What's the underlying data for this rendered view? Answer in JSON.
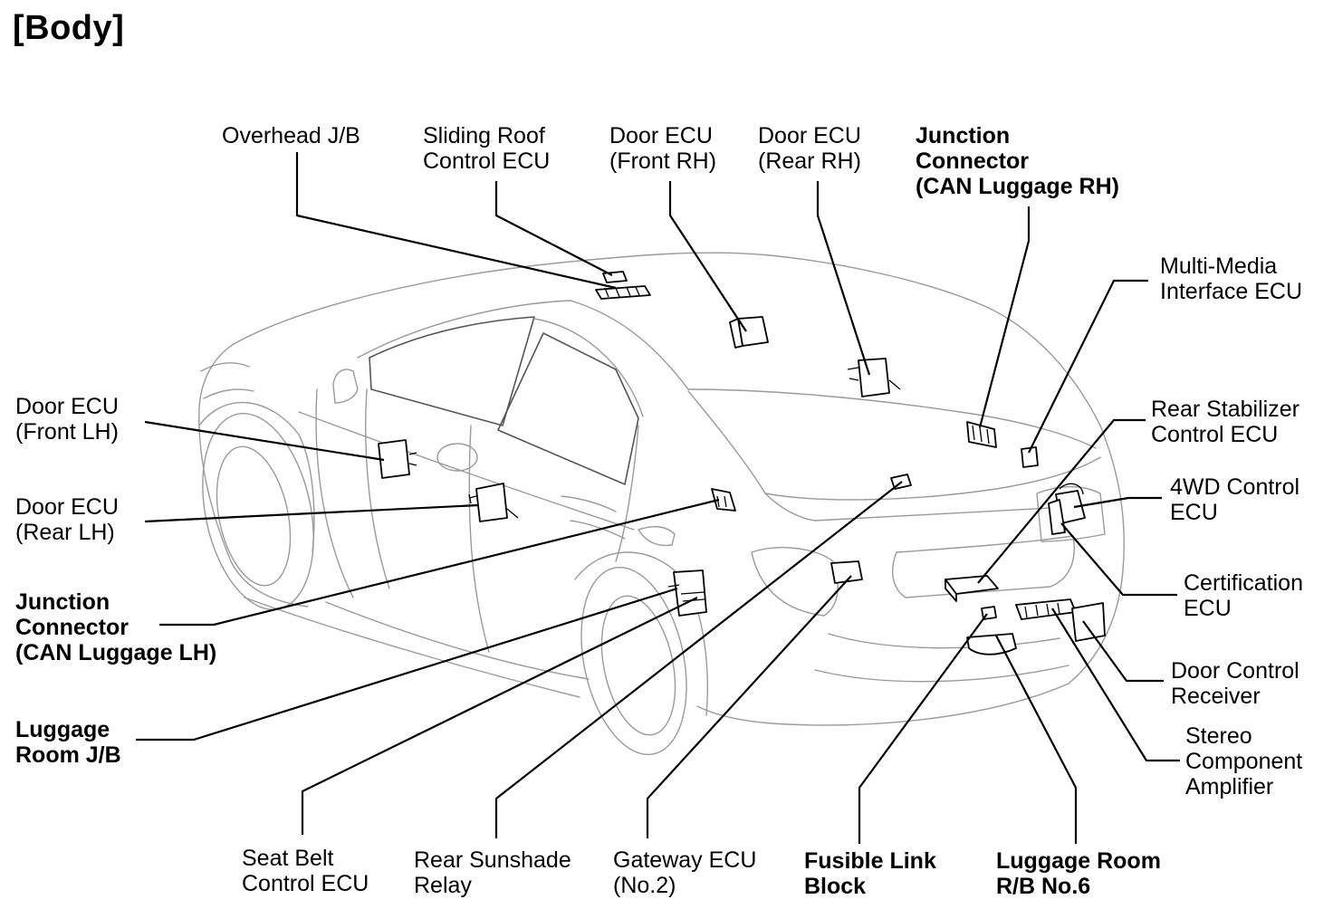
{
  "title": "[Body]",
  "labels": {
    "overhead_jb": "Overhead J/B",
    "sliding_roof_ecu": "Sliding Roof\nControl ECU",
    "door_ecu_front_rh": "Door ECU\n(Front RH)",
    "door_ecu_rear_rh": "Door ECU\n(Rear RH)",
    "junction_connector_rh": "Junction\nConnector\n(CAN Luggage RH)",
    "multimedia_ecu": "Multi-Media\nInterface ECU",
    "rear_stabilizer_ecu": "Rear Stabilizer\nControl ECU",
    "fourwd_ecu": "4WD Control\nECU",
    "certification_ecu": "Certification\nECU",
    "door_control_receiver": "Door Control\nReceiver",
    "stereo_amplifier": "Stereo\nComponent\nAmplifier",
    "luggage_room_rb": "Luggage Room\nR/B No.6",
    "fusible_link_block": "Fusible Link\nBlock",
    "gateway_ecu": "Gateway ECU\n(No.2)",
    "rear_sunshade_relay": "Rear Sunshade\nRelay",
    "seat_belt_ecu": "Seat Belt\nControl ECU",
    "luggage_room_jb": "Luggage\nRoom J/B",
    "junction_connector_lh": "Junction\nConnector\n(CAN Luggage LH)",
    "door_ecu_rear_lh": "Door ECU\n(Rear LH)",
    "door_ecu_front_lh": "Door ECU\n(Front LH)"
  }
}
